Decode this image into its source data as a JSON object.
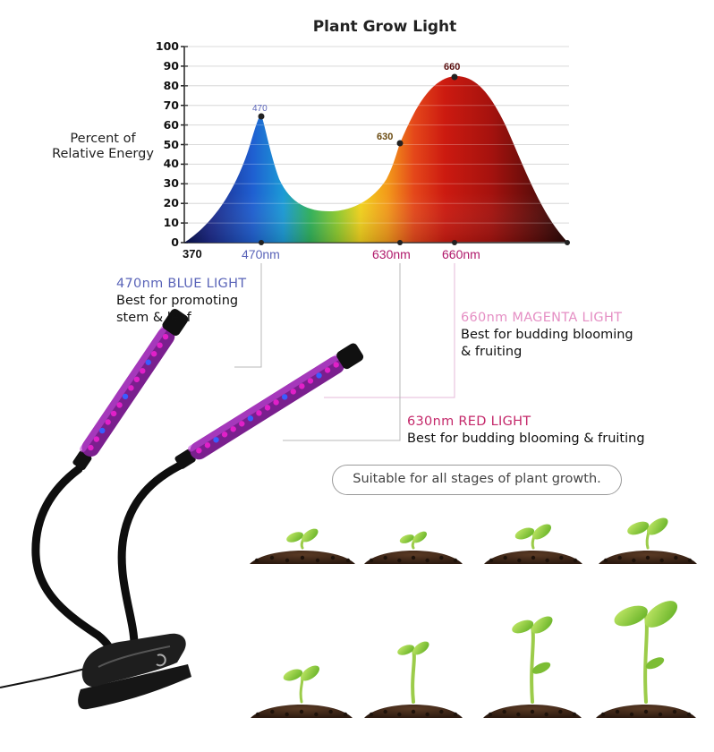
{
  "chart_data": {
    "type": "area",
    "title": "Plant Grow Light",
    "ylabel": "Percent of Relative Energy",
    "ylim": [
      0,
      100
    ],
    "yticks": [
      "0",
      "10",
      "20",
      "30",
      "40",
      "50",
      "60",
      "70",
      "80",
      "90",
      "100"
    ],
    "x_start_label": "370",
    "peaks": [
      {
        "label": "470",
        "x_nm": 470,
        "y": 63
      },
      {
        "label": "630",
        "x_nm": 630,
        "y": 50
      },
      {
        "label": "660",
        "x_nm": 660,
        "y": 84
      }
    ],
    "x_tick_labels": [
      {
        "label": "470nm",
        "x_nm": 470,
        "color": "#5a64b8"
      },
      {
        "label": "630nm",
        "x_nm": 630,
        "color": "#b0186a"
      },
      {
        "label": "660nm",
        "x_nm": 660,
        "color": "#b0186a"
      }
    ],
    "grid": true
  },
  "callouts": {
    "blue": {
      "heading": "470nm BLUE LIGHT",
      "line1": "Best for promoting",
      "line2": "stem & leaf",
      "color": "#5a64b8"
    },
    "magenta": {
      "heading": "660nm MAGENTA LIGHT",
      "line1": "Best for budding blooming",
      "line2": "& fruiting",
      "color": "#e58fc4"
    },
    "red": {
      "heading": "630nm RED LIGHT",
      "line1": "Best for budding blooming & fruiting",
      "color": "#c4286a"
    }
  },
  "suitable_label": "Suitable for all stages of plant growth.",
  "colors": {
    "blue_peak": "#1a3fbf",
    "green": "#35b84a",
    "yellow": "#f2d21c",
    "red": "#cc1a10",
    "dark_red": "#3a0a08",
    "led_magenta": "#e020c8",
    "led_blue": "#3a5cff",
    "soil": "#4a2e1c",
    "sprout": "#8ccf3a"
  }
}
